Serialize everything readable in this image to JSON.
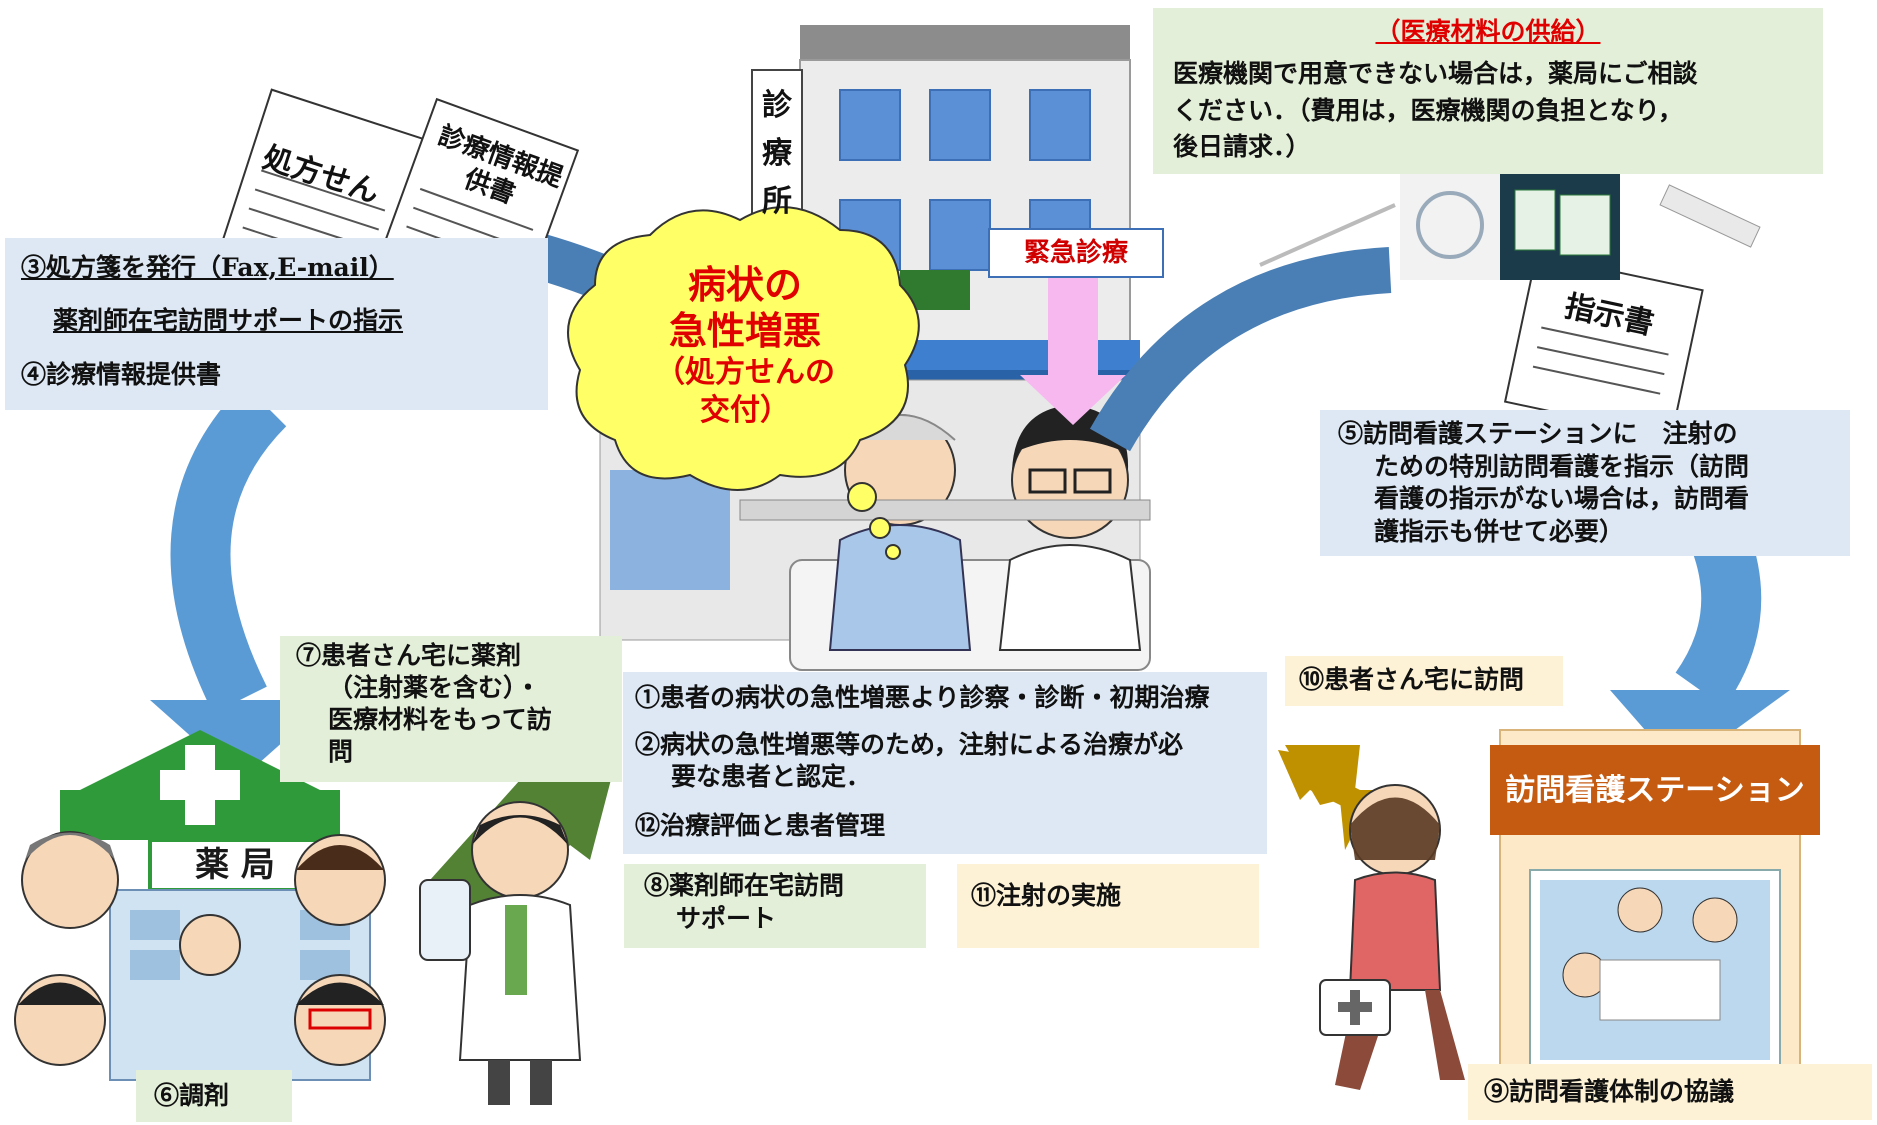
{
  "clinic": {
    "sign": [
      "診",
      "療",
      "所"
    ],
    "emergency_label": "緊急診療"
  },
  "bubble": {
    "line1": "病状の",
    "line2": "急性増悪",
    "line3": "（処方せんの",
    "line4": "交付）"
  },
  "documents": {
    "prescription": "処方せん",
    "medical_info_1": "診療情報提",
    "medical_info_2": "供書",
    "instruction": "指示書"
  },
  "supply_box": {
    "title": "（医療材料の供給）",
    "line1": "医療機関で用意できない場合は，薬局にご相談",
    "line2": "ください．（費用は，医療機関の負担となり，",
    "line3": "後日請求．）"
  },
  "step3_box": {
    "line1": "③処方箋を発行（Fax,E-mail）",
    "line2": "薬剤師在宅訪問サポートの指示",
    "line3": "④診療情報提供書"
  },
  "step5_box": {
    "line1": "⑤訪問看護ステーションに　注射の",
    "line2": "ための特別訪問看護を指示（訪問",
    "line3": "看護の指示がない場合は，訪問看",
    "line4": "護指示も併せて必要）"
  },
  "center_box": {
    "line1": "①患者の病状の急性増悪より診察・診断・初期治療",
    "line2a": "②病状の急性増悪等のため，注射による治療が必",
    "line2b": "要な患者と認定．",
    "line3": "⑫治療評価と患者管理"
  },
  "step7_box": {
    "line1": "⑦患者さん宅に薬剤",
    "line2": "（注射薬を含む）・",
    "line3": "医療材料をもって訪",
    "line4": "問"
  },
  "step8_box": {
    "line1": "⑧薬剤師在宅訪問",
    "line2": "サポート"
  },
  "step11_box": {
    "text": "⑪注射の実施"
  },
  "step10_box": {
    "text": "⑩患者さん宅に訪問"
  },
  "step6_box": {
    "text": "⑥調剤"
  },
  "step9_box": {
    "text": "⑨訪問看護体制の協議"
  },
  "pharmacy": {
    "sign": "薬 局"
  },
  "station": {
    "sign": "訪問看護ステーション"
  },
  "colors": {
    "box_blue": "#dde8f4",
    "box_green": "#e3efd9",
    "box_yellow": "#fdf2d6",
    "arrow_blue": "#5b9bd5",
    "arrow_dark_blue": "#4a7fb5",
    "arrow_green": "#548235",
    "arrow_gold": "#bf9000",
    "bubble_yellow": "#ffff66",
    "bubble_text_red": "#e00000",
    "station_brown": "#c55a11",
    "pharmacy_green": "#2e9a3a"
  }
}
